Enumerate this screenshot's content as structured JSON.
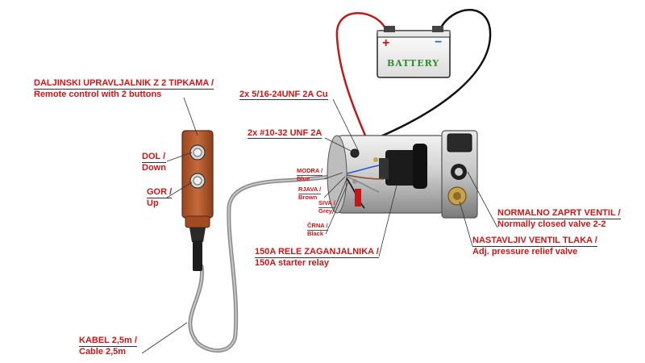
{
  "battery": {
    "label": "BATTERY",
    "plus": "+",
    "minus": "−"
  },
  "labels": {
    "remote": {
      "l1": "DALJINSKI UPRAVLJALNIK Z 2 TIPKAMA /",
      "l2": "Remote control with 2 buttons"
    },
    "down": {
      "l1": "DOL /",
      "l2": "Down"
    },
    "up": {
      "l1": "GOR /",
      "l2": "Up"
    },
    "cable": {
      "l1": "KABEL 2,5m /",
      "l2": "Cable 2,5m"
    },
    "bolt_large": {
      "l1": "2x 5/16-24UNF 2A Cu"
    },
    "bolt_small": {
      "l1": "2x #10-32 UNF 2A"
    },
    "wire_blue": {
      "l1": "MODRA /",
      "l2": "Blue"
    },
    "wire_brown": {
      "l1": "RJAVA /",
      "l2": "Brown"
    },
    "wire_grey": {
      "l1": "SIVA /",
      "l2": "Grey"
    },
    "wire_black": {
      "l1": "ČRNA /",
      "l2": "Black"
    },
    "relay": {
      "l1": "150A RELE ZAGANJALNIKA /",
      "l2": "150A starter relay"
    },
    "closed_valve": {
      "l1": "NORMALNO ZAPRT VENTIL /",
      "l2": "Normally closed valve 2-2"
    },
    "relief_valve": {
      "l1": "NASTAVLJIV VENTIL TLAKA /",
      "l2": "Adj. pressure relief valve"
    }
  },
  "colors": {
    "label_text": "#d11414",
    "remote_body": "#b5592c",
    "battery_plus": "#d11414",
    "battery_minus": "#1a6fd1",
    "battery_text": "#2e8b2e"
  }
}
